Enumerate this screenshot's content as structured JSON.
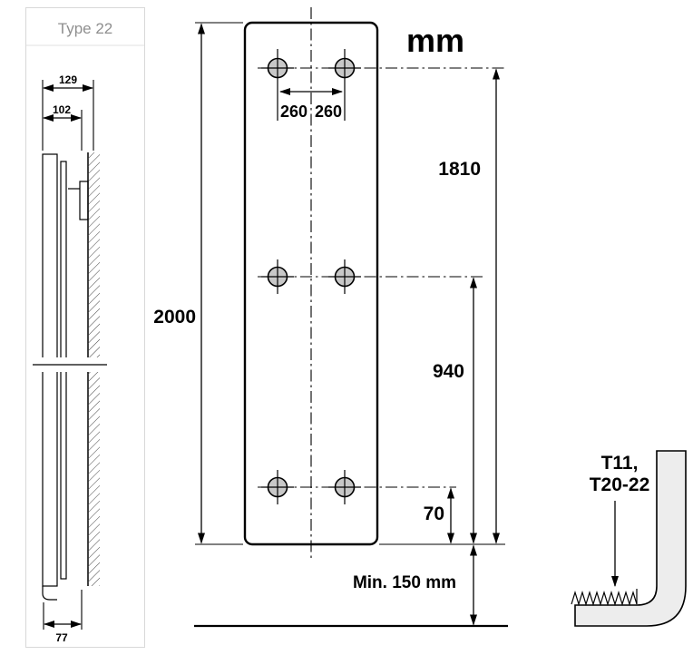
{
  "side_view": {
    "title": "Type 22",
    "dims": {
      "total_depth": "129",
      "panel_depth": "102",
      "bottom_offset": "77"
    }
  },
  "front_view": {
    "unit": "mm",
    "dims": {
      "hole_spacing_left": "260",
      "hole_spacing_right": "260",
      "total_height": "2000",
      "top_holes_to_bottom": "1810",
      "middle_holes_to_bottom": "940",
      "bottom_holes_to_bottom": "70",
      "floor_clearance": "Min. 150 mm"
    }
  },
  "detail": {
    "label_line1": "T11,",
    "label_line2": "T20-22"
  }
}
